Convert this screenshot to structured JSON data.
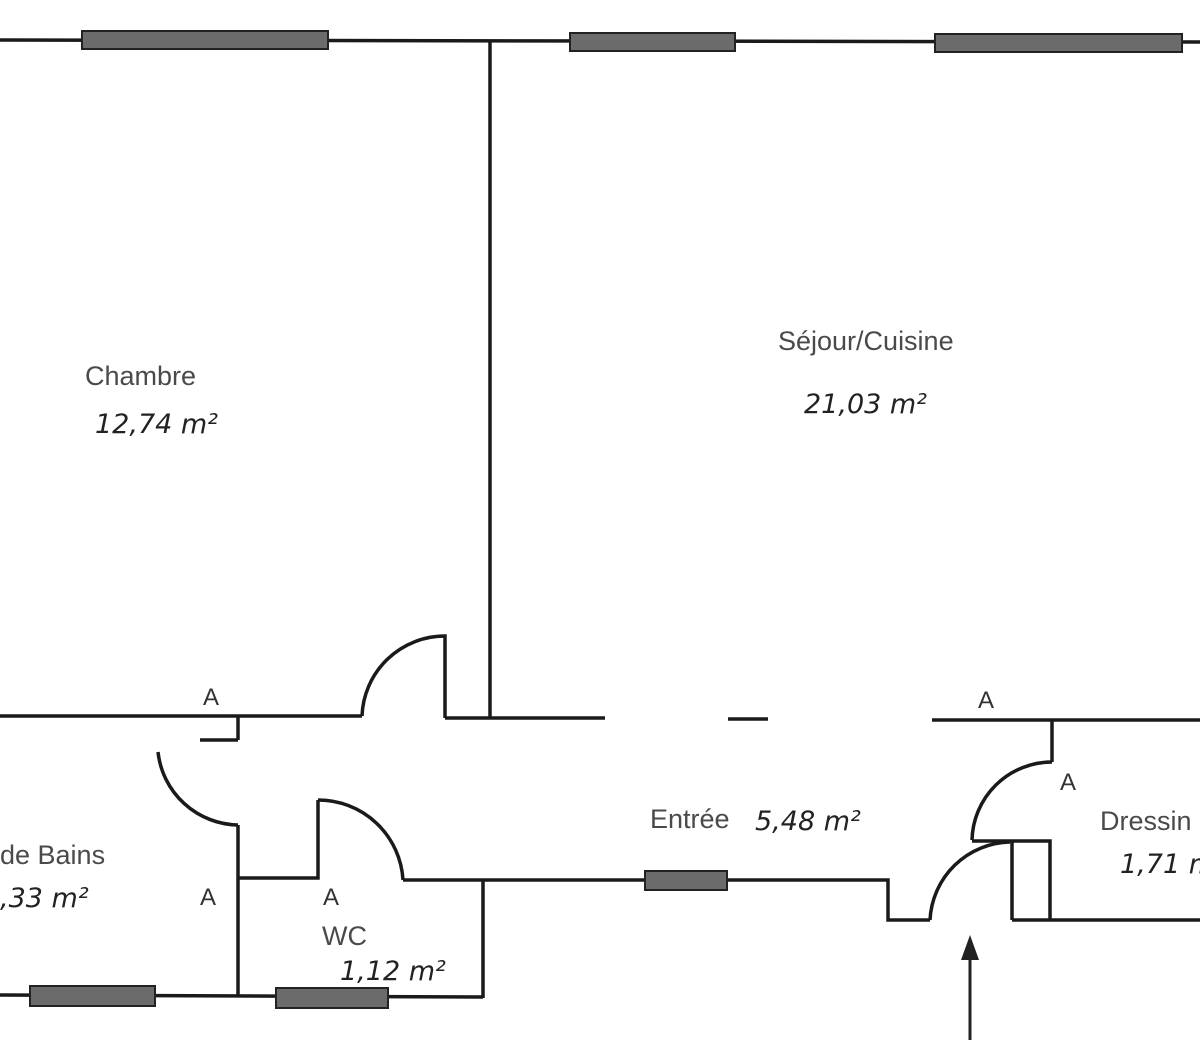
{
  "rooms": {
    "chambre": {
      "name": "Chambre",
      "area": "12,74 m²"
    },
    "sejour": {
      "name": "Séjour/Cuisine",
      "area": "21,03 m²"
    },
    "entree": {
      "name": "Entrée",
      "area": "5,48 m²"
    },
    "bains": {
      "name": "de Bains",
      "area": ",33 m²"
    },
    "wc": {
      "name": "WC",
      "area": "1,12 m²"
    },
    "dressing": {
      "name": "Dressin",
      "area": "1,71 m"
    }
  },
  "markers": [
    "A",
    "A",
    "A",
    "A",
    "A"
  ],
  "colors": {
    "wall": "#1a1a1a",
    "window": "#6b6b6b",
    "text": "#4a4a4a"
  }
}
